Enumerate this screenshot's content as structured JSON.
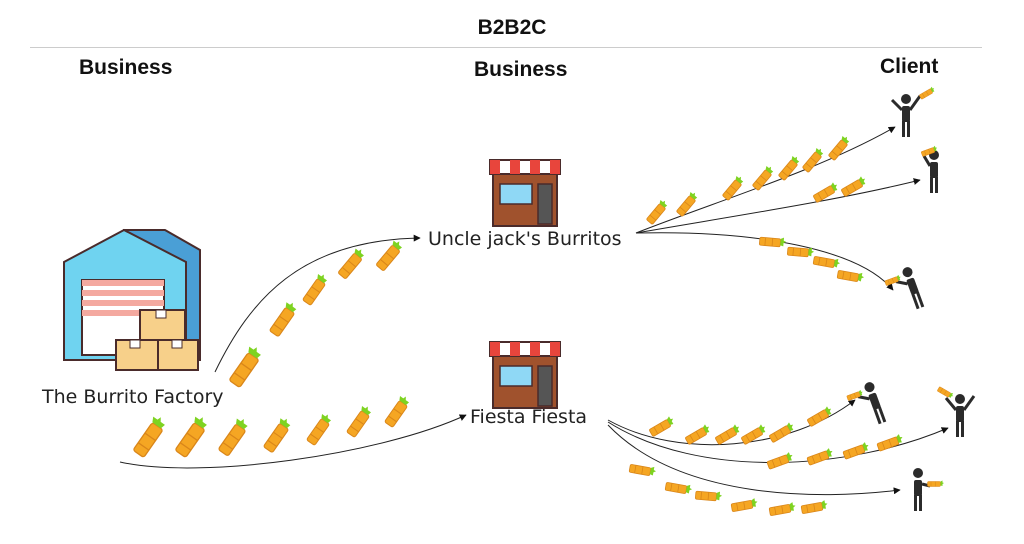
{
  "header": {
    "title": "B2B2C"
  },
  "columns": {
    "left": "Business",
    "middle": "Business",
    "right": "Client"
  },
  "nodes": {
    "factory": "The Burrito Factory",
    "shop_a": "Uncle jack's Burritos",
    "shop_b": "Fiesta Fiesta"
  },
  "icons": {
    "factory": "warehouse-icon",
    "shop": "storefront-icon",
    "person": "person-icon",
    "burrito": "burrito-icon"
  },
  "colors": {
    "burrito": "#f5a623",
    "burrito_dark": "#d9861a",
    "lettuce": "#7ed321",
    "warehouse_wall": "#6fd3f0",
    "warehouse_roof": "#4a9fd6",
    "shutter": "#f4a9a0",
    "box": "#f7d08a",
    "awning_red": "#e8453c",
    "shop_wall": "#a0522d",
    "person": "#2b2b2b"
  }
}
